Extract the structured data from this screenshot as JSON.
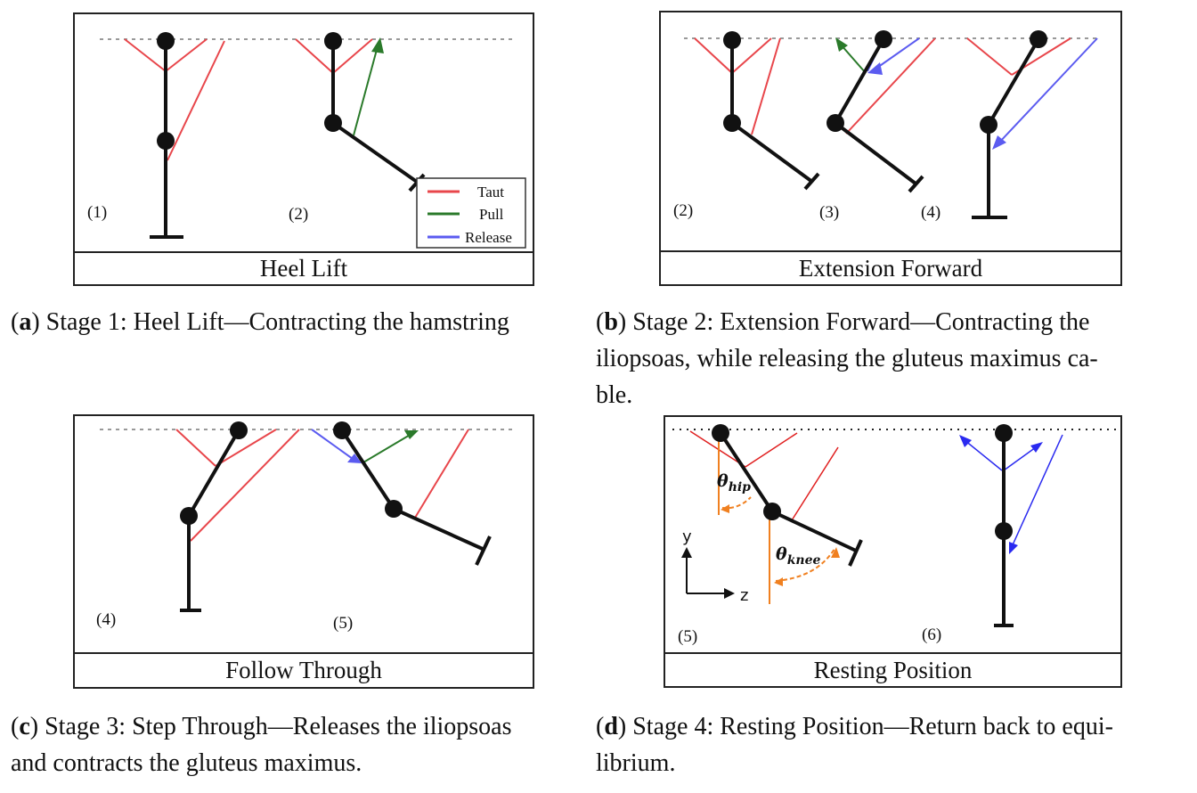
{
  "panels": {
    "a": {
      "title": "Heel Lift",
      "stage_labels": [
        "(1)",
        "(2)"
      ],
      "legend": [
        {
          "label": "Taut",
          "color": "#e8464b"
        },
        {
          "label": "Pull",
          "color": "#2a7a2a"
        },
        {
          "label": "Release",
          "color": "#5b5bf0"
        }
      ],
      "caption": {
        "letter": "a",
        "open": "(",
        "close": ")",
        "text": " Stage 1: Heel Lift—Contracting the hamstring"
      }
    },
    "b": {
      "title": "Extension Forward",
      "stage_labels": [
        "(2)",
        "(3)",
        "(4)"
      ],
      "caption": {
        "letter": "b",
        "open": "(",
        "close": ")",
        "line1": " Stage 2: Extension Forward—Contracting the",
        "line2": "iliopsoas, while releasing the gluteus maximus ca-",
        "line3": "ble."
      }
    },
    "c": {
      "title": "Follow Through",
      "stage_labels": [
        "(4)",
        "(5)"
      ],
      "caption": {
        "letter": "c",
        "open": "(",
        "close": ")",
        "line1": " Stage 3: Step Through—Releases the iliopsoas",
        "line2": "and contracts the gluteus maximus."
      }
    },
    "d": {
      "title": "Resting Position",
      "stage_labels": [
        "(5)",
        "(6)"
      ],
      "axes": {
        "y": "y",
        "z": "z"
      },
      "angles": {
        "hip_symbol": "θ",
        "hip_sub": "hip",
        "knee_symbol": "θ",
        "knee_sub": "knee"
      },
      "caption": {
        "letter": "d",
        "open": "(",
        "close": ")",
        "line1": " Stage 4: Resting Position—Return back to equi-",
        "line2": "librium."
      }
    }
  },
  "colors": {
    "taut": "#e8464b",
    "pull": "#2a7a2a",
    "release": "#5b5bf0",
    "angle": "#f0a050",
    "vertical": "#f08020",
    "release_d": "#2a2af0",
    "taut_d": "#e02020"
  }
}
